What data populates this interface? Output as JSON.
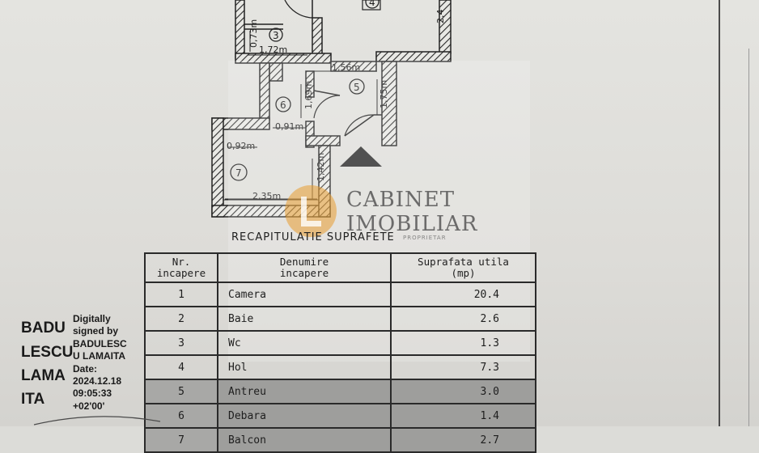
{
  "plan": {
    "dims": {
      "d173": "0,73m",
      "d172": "1,72m",
      "d24": "2,4",
      "d156": "1,56m",
      "d169": "1,69m",
      "d175": "1,75m",
      "d091": "0,91m",
      "d092": "0,92m",
      "d142": "1,42m",
      "d235": "2,35m"
    },
    "rooms": {
      "r3": "3",
      "r4": "4",
      "r5": "5",
      "r6": "6",
      "r7": "7"
    }
  },
  "watermark": {
    "line1": "CABINET",
    "line2": "IMOBILIAR",
    "line3": "PROPRIETAR"
  },
  "recap": {
    "title": "RECAPITULATIE SUPRAFETE",
    "headers": {
      "nr_1": "Nr.",
      "nr_2": "incapere",
      "den_1": "Denumire",
      "den_2": "incapere",
      "sup_1": "Suprafata utila",
      "sup_2": "(mp)"
    },
    "rows": [
      {
        "nr": "1",
        "name": "Camera",
        "area": "20.4"
      },
      {
        "nr": "2",
        "name": "Baie",
        "area": "2.6"
      },
      {
        "nr": "3",
        "name": "Wc",
        "area": "1.3"
      },
      {
        "nr": "4",
        "name": "Hol",
        "area": "7.3"
      },
      {
        "nr": "5",
        "name": "Antreu",
        "area": "3.0"
      },
      {
        "nr": "6",
        "name": "Debara",
        "area": "1.4"
      },
      {
        "nr": "7",
        "name": "Balcon",
        "area": "2.7"
      }
    ]
  },
  "signature": {
    "name_lines": [
      "BADU",
      "LESCU",
      "LAMA",
      "ITA"
    ],
    "info_lines": [
      "Digitally",
      "signed by",
      "BADULESC",
      "U LAMAITA",
      "Date:",
      "2024.12.18",
      "09:05:33",
      "+02'00'"
    ]
  }
}
